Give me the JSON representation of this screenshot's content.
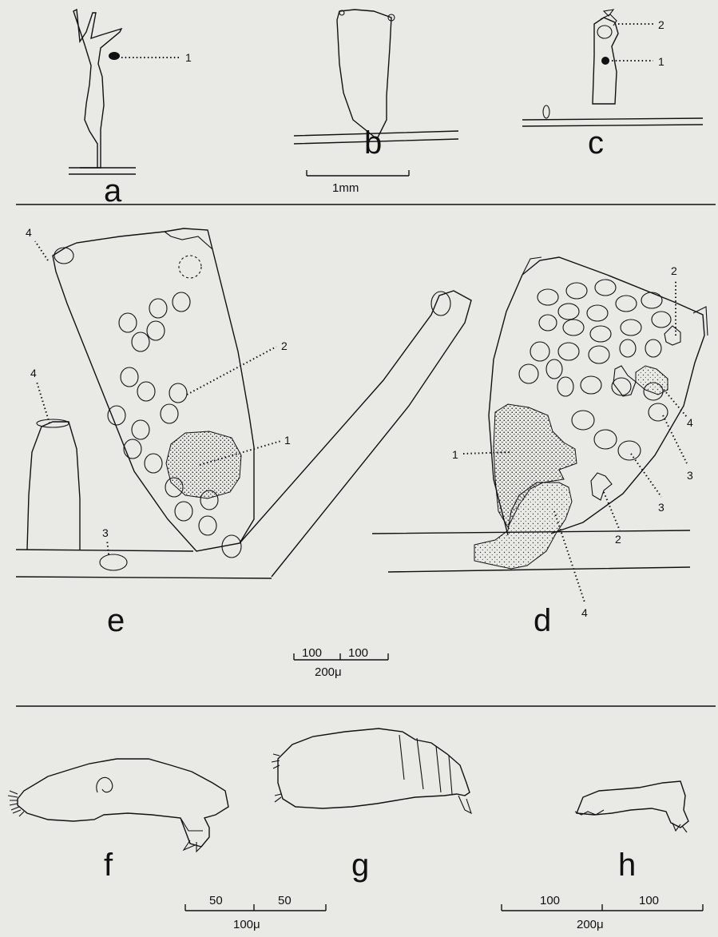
{
  "panel_labels": {
    "a": "a",
    "b": "b",
    "c": "c",
    "d": "d",
    "e": "e",
    "f": "f",
    "g": "g",
    "h": "h"
  },
  "scale_bars": {
    "top": "1mm",
    "middle_left": "100",
    "middle_right": "100",
    "middle_total": "200μ",
    "bottom_left_left": "50",
    "bottom_left_right": "50",
    "bottom_left_total": "100μ",
    "bottom_right_left": "100",
    "bottom_right_right": "100",
    "bottom_right_total": "200μ"
  },
  "callouts": {
    "a_1": "1",
    "c_2": "2",
    "c_1": "1",
    "e_4_top": "4",
    "e_2": "2",
    "e_1": "1",
    "e_4_side": "4",
    "e_3": "3",
    "d_2_top": "2",
    "d_1": "1",
    "d_4_right": "4",
    "d_3_upper": "3",
    "d_3_lower": "3",
    "d_2_lower": "2",
    "d_4_bottom": "4"
  }
}
